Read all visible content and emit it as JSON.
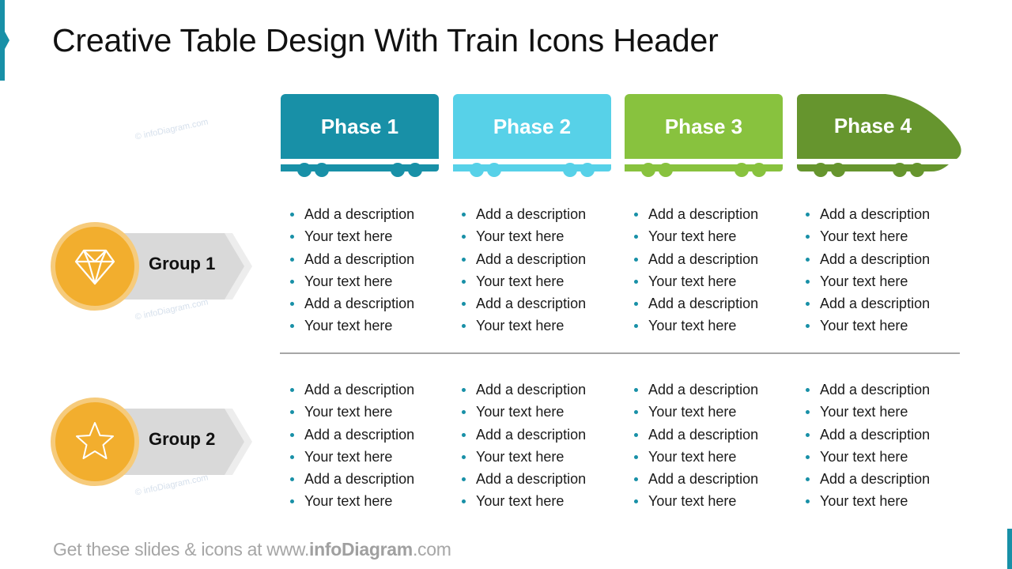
{
  "title": "Creative Table Design With Train Icons Header",
  "watermark": "© infoDiagram.com",
  "phases": [
    {
      "label": "Phase 1",
      "color": "#1890A7",
      "shape": "car"
    },
    {
      "label": "Phase 2",
      "color": "#57D1E8",
      "shape": "car"
    },
    {
      "label": "Phase 3",
      "color": "#88C23E",
      "shape": "car"
    },
    {
      "label": "Phase 4",
      "color": "#66952E",
      "shape": "locomotive"
    }
  ],
  "groups": [
    {
      "label": "Group 1",
      "icon": "diamond-icon",
      "cells": [
        [
          "Add a description",
          "Your text here",
          "Add a description",
          "Your text here",
          "Add a description",
          "Your text here"
        ],
        [
          "Add a description",
          "Your text here",
          "Add a description",
          "Your text here",
          "Add a description",
          "Your text here"
        ],
        [
          "Add a description",
          "Your text here",
          "Add a description",
          "Your text here",
          "Add a description",
          "Your text here"
        ],
        [
          "Add a description",
          "Your text here",
          "Add a description",
          "Your text here",
          "Add a description",
          "Your text here"
        ]
      ]
    },
    {
      "label": "Group 2",
      "icon": "star-icon",
      "cells": [
        [
          "Add a description",
          "Your text here",
          "Add a description",
          "Your text here",
          "Add a description",
          "Your text here"
        ],
        [
          "Add a description",
          "Your text here",
          "Add a description",
          "Your text here",
          "Add a description",
          "Your text here"
        ],
        [
          "Add a description",
          "Your text here",
          "Add a description",
          "Your text here",
          "Add a description",
          "Your text here"
        ],
        [
          "Add a description",
          "Your text here",
          "Add a description",
          "Your text here",
          "Add a description",
          "Your text here"
        ]
      ]
    }
  ],
  "footer": {
    "prefix": "Get these slides & icons at www.",
    "brand": "infoDiagram",
    "suffix": ".com"
  },
  "colors": {
    "accent": "#1890A7",
    "group_circle": "#F2AE2E",
    "group_ring": "#F6CB7C",
    "group_arrow": "#D9D9D9",
    "divider": "#A6A6A6"
  }
}
